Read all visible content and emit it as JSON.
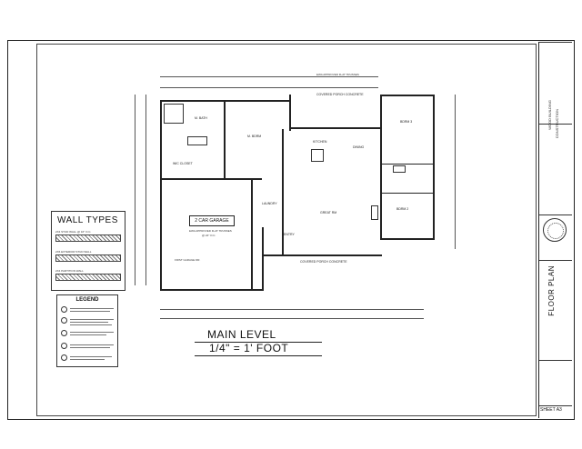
{
  "sheet": {
    "title_vertical": "FLOOR PLAN",
    "sheet_number": "SHEET A3",
    "titleblock_text_1": "WOOD BUILDING",
    "titleblock_text_2": "CONSTRUCTION"
  },
  "wall_types": {
    "title": "WALL TYPES",
    "rows": [
      "2X4 STUD WALL @ 16\" O.C.",
      "2X6 EXTERIOR STUD WALL",
      "2X4 PARTITION WALL"
    ]
  },
  "legend": {
    "title": "LEGEND"
  },
  "rooms": {
    "master_bath": "M. BATH",
    "master_bedroom": "M. BDRM",
    "walk_in_closet": "WIC CLOSET",
    "kitchen": "KITCHEN",
    "dining": "DINING",
    "great_rm": "GREAT RM",
    "bedroom_3": "BDRM 3",
    "bedroom_2": "BDRM 2",
    "garage": "2 CAR GARAGE",
    "covered_porch_top": "COVERED PORCH\nCONCRETE",
    "covered_porch_bottom": "COVERED PORCH\nCONCRETE",
    "entry": "ENTRY",
    "laundry": "LAUNDRY"
  },
  "notes": {
    "trusses_top": "EWA APPROVED FLAT TRUSSES",
    "trusses_garage": "EWA APPROVED FLAT TRUSSES",
    "trusses_oc": "@ 24\" O.C.",
    "garage_slab": "FIRST GARAGE DR."
  },
  "caption": {
    "main_level": "MAIN LEVEL",
    "scale": "1/4\" = 1' FOOT"
  }
}
